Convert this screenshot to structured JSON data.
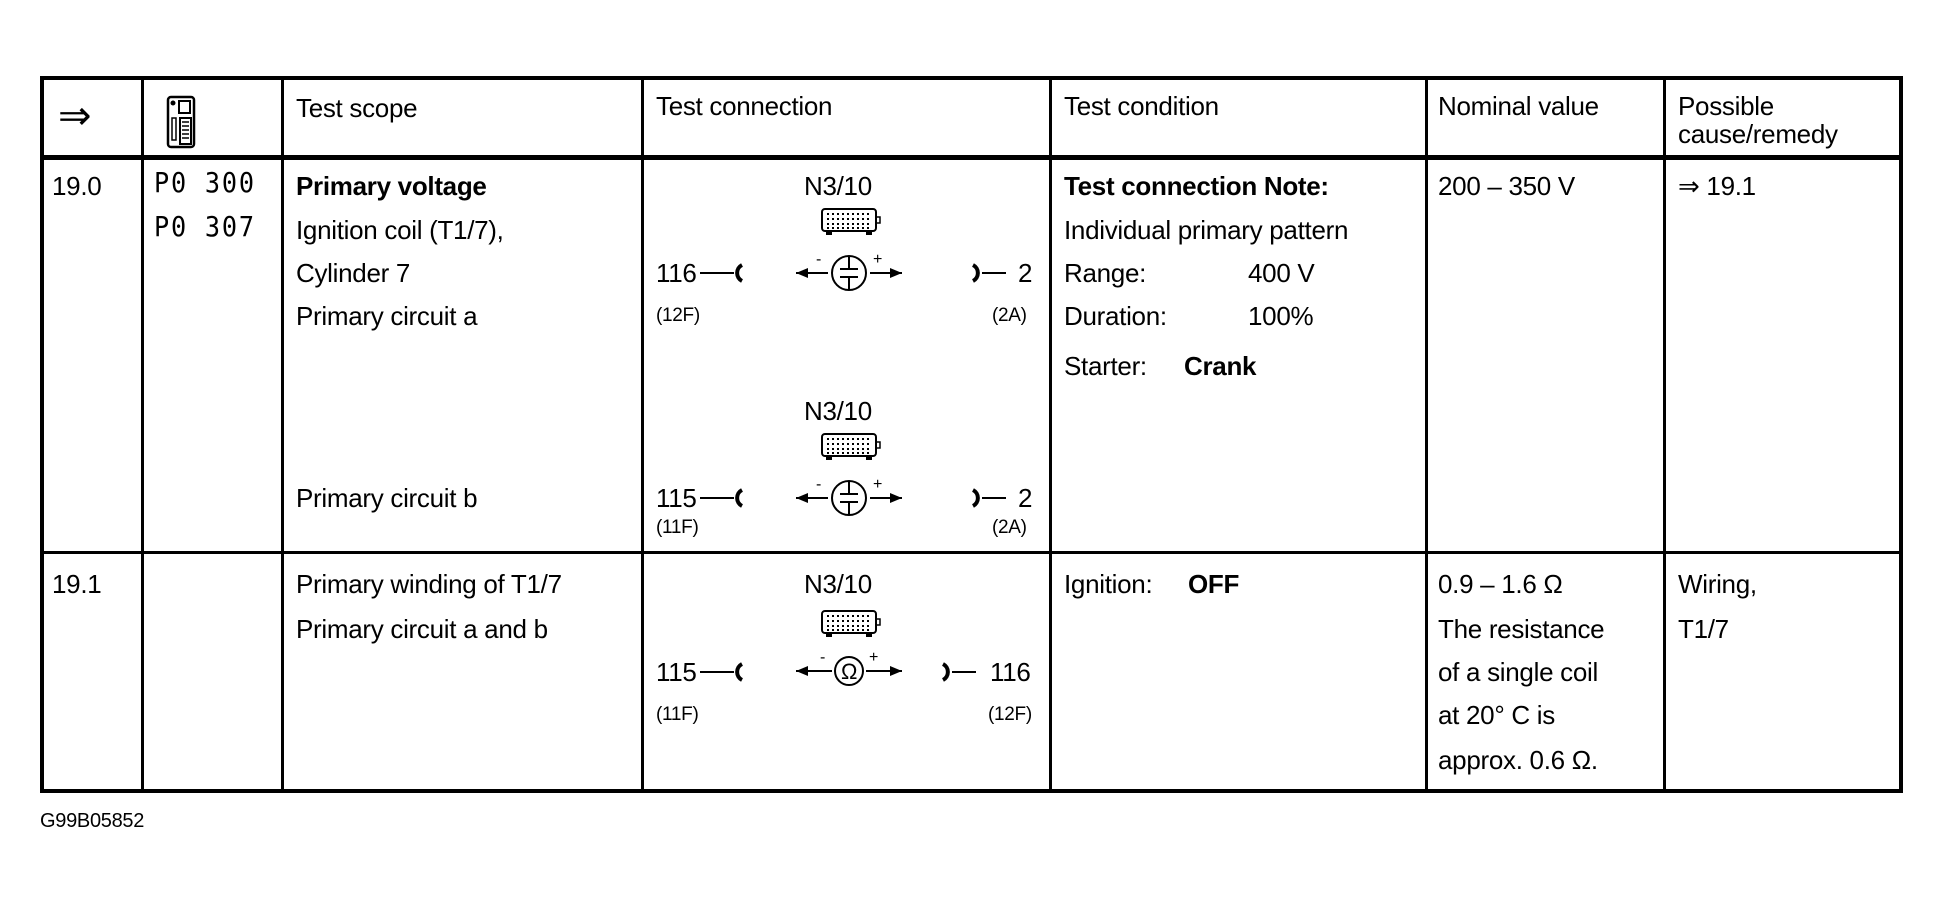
{
  "header": {
    "arrow": "⇒",
    "tester_icon": "diagnostic-tester-icon",
    "test_scope": "Test scope",
    "test_connection": "Test connection",
    "test_condition": "Test condition",
    "nominal_value": "Nominal value",
    "possible_cause_line1": "Possible",
    "possible_cause_line2": "cause/remedy"
  },
  "rows": [
    {
      "step": "19.0",
      "codes": [
        "P0 300",
        "P0 307"
      ],
      "scope": [
        "Primary voltage",
        "Ignition coil (T1/7),",
        "Cylinder 7",
        "Primary circuit a",
        "Primary circuit b"
      ],
      "connections": [
        {
          "component": "N3/10",
          "left_pin": "116",
          "left_sub": "(12F)",
          "right_pin": "2",
          "right_sub": "(2A)",
          "meter": "voltage"
        },
        {
          "component": "N3/10",
          "left_pin": "115",
          "left_sub": "(11F)",
          "right_pin": "2",
          "right_sub": "(2A)",
          "meter": "voltage"
        }
      ],
      "condition": {
        "title": "Test connection Note:",
        "pattern": "Individual primary pattern",
        "range_label": "Range:",
        "range_value": "400 V",
        "duration_label": "Duration:",
        "duration_value": "100%",
        "starter_label": "Starter:",
        "starter_value": "Crank"
      },
      "nominal": "200 – 350 V",
      "remedy": "⇒ 19.1"
    },
    {
      "step": "19.1",
      "scope": [
        "Primary winding of T1/7",
        "Primary circuit a and b"
      ],
      "connections": [
        {
          "component": "N3/10",
          "left_pin": "115",
          "left_sub": "(11F)",
          "right_pin": "116",
          "right_sub": "(12F)",
          "meter": "ohm",
          "meter_symbol": "Ω"
        }
      ],
      "condition": {
        "ignition_label": "Ignition:",
        "ignition_value": "OFF"
      },
      "nominal": [
        "0.9 – 1.6 Ω",
        "The resistance",
        "of a single coil",
        "at 20° C is",
        "approx. 0.6 Ω."
      ],
      "remedy": [
        "Wiring,",
        "T1/7"
      ]
    }
  ],
  "figure_id": "G99B05852"
}
